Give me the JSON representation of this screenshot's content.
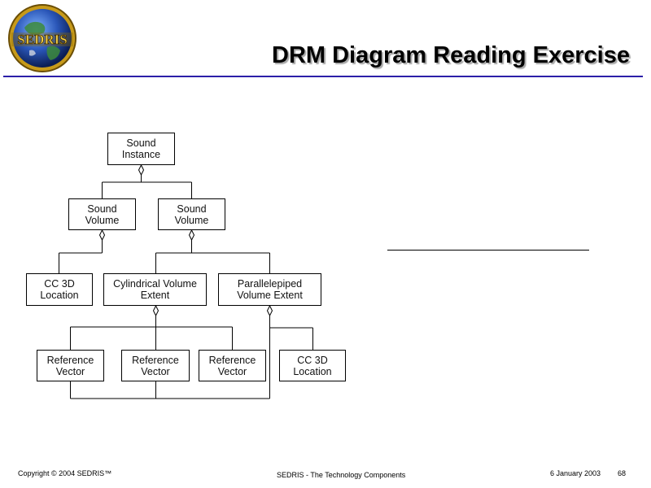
{
  "slide": {
    "title": "DRM Diagram Reading Exercise",
    "logo_text": "SEDRIS"
  },
  "diagram": {
    "boxes": {
      "sound_instance": "Sound\nInstance",
      "sound_volume_left": "Sound\nVolume",
      "sound_volume_right": "Sound\nVolume",
      "cc3d_location_left": "CC 3D\nLocation",
      "cylindrical_volume_extent": "Cylindrical Volume\nExtent",
      "parallelepiped_volume_extent": "Parallelepiped\nVolume Extent",
      "reference_vector_1": "Reference\nVector",
      "reference_vector_2": "Reference\nVector",
      "reference_vector_3": "Reference\nVector",
      "cc3d_location_right": "CC 3D\nLocation"
    }
  },
  "footer": {
    "copyright": "Copyright © 2004 SEDRIS™",
    "center": "SEDRIS - The Technology Components",
    "date": "6 January 2003",
    "page": "68"
  }
}
